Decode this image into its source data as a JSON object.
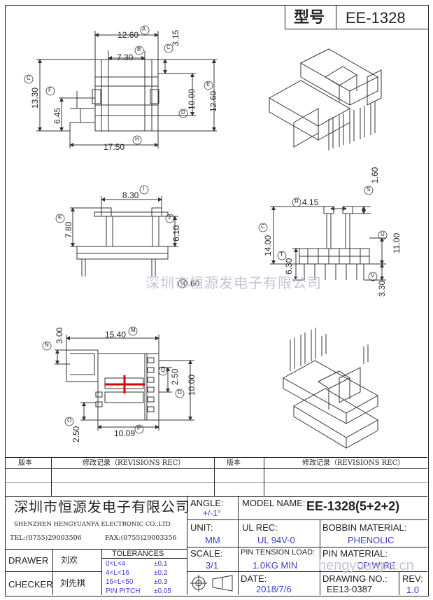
{
  "header": {
    "model_label": "型号",
    "model_value": "EE-1328"
  },
  "watermarks": {
    "center": "深圳市恒源发电子有限公司",
    "bottom": "hengyuanpa.cn"
  },
  "view1": {
    "dims": {
      "a": "12.60",
      "b": "7.30",
      "c_right": "3.15",
      "c_left": "13.30",
      "f": "6.45",
      "d": "10.00",
      "e": "12.60",
      "h": "17.50"
    },
    "markers": [
      "A",
      "B",
      "C",
      "C",
      "F",
      "D",
      "E",
      "H"
    ]
  },
  "view2": {
    "dims": {
      "i": "8.30",
      "k": "7.80",
      "j": "6.10",
      "l": "0.60"
    },
    "markers": [
      "I",
      "K",
      "J",
      "L"
    ]
  },
  "view3": {
    "dims": {
      "r": "4.15",
      "s": "1.60",
      "c": "14.00",
      "t": "6.30",
      "u": "11.00",
      "v": "3.30"
    },
    "markers": [
      "R",
      "S",
      "C",
      "T",
      "U",
      "V"
    ]
  },
  "view4": {
    "dims": {
      "m": "15.40",
      "n": "3.00",
      "q": "2.50",
      "d": "10.00",
      "o": "2.50",
      "p": "10.09"
    },
    "markers": [
      "M",
      "N",
      "Q",
      "D",
      "O",
      "P"
    ]
  },
  "revisions": {
    "version_left": "版本",
    "record_left": "修改记录（REVISIONS REC）",
    "version_right": "版本",
    "record_right": "修改记录（REVISIONS REC）"
  },
  "company": {
    "name_cn": "深圳市恒源发电子有限公司",
    "name_en": "SHENZHEN HENGYUANFA ELECTRONIC CO.,LTD",
    "tel": "TEL:(0755)29003506",
    "fax": "FAX:(0755)29003356"
  },
  "title_block": {
    "angle_label": "ANGLE:",
    "angle_value": "+/-1°",
    "model_name_label": "MODEL NAME:",
    "model_name_value": "EE-1328(5+2+2)",
    "unit_label": "UNIT:",
    "unit_value": "MM",
    "ul_label": "UL REC:",
    "ul_value": "UL 94V-0",
    "bobbin_label": "BOBBIN MATERIAL:",
    "bobbin_value": "PHENOLIC",
    "scale_label": "SCALE:",
    "scale_value": "3/1",
    "pin_tension_label": "PIN TENSION LOAD:",
    "pin_tension_value": "1.0KG MIN",
    "pin_material_label": "PIN MATERIAL:",
    "pin_material_value": "CP WIRE",
    "date_label": "DATE:",
    "date_value": "2018/7/6",
    "drawing_no_label": "DRAWING NO.:",
    "drawing_no_value": "EE13-0387",
    "rev_label": "REV:",
    "rev_value": "1.0",
    "drawer_label": "DRAWER",
    "drawer_value": "刘欢",
    "checker_label": "CHECKER",
    "checker_value": "刘先棋",
    "tolerances_label": "TOLERANCES",
    "tolerances": [
      {
        "range": "0<L<4",
        "tol": "±0.1"
      },
      {
        "range": "4<L<16",
        "tol": "±0.2"
      },
      {
        "range": "16<L<50",
        "tol": "±0.3"
      },
      {
        "range": "PIN PITCH",
        "tol": "±0.05"
      }
    ]
  },
  "colors": {
    "blue_text": "#3b3bd0",
    "line": "#222222",
    "red_mark": "#dd0000"
  }
}
